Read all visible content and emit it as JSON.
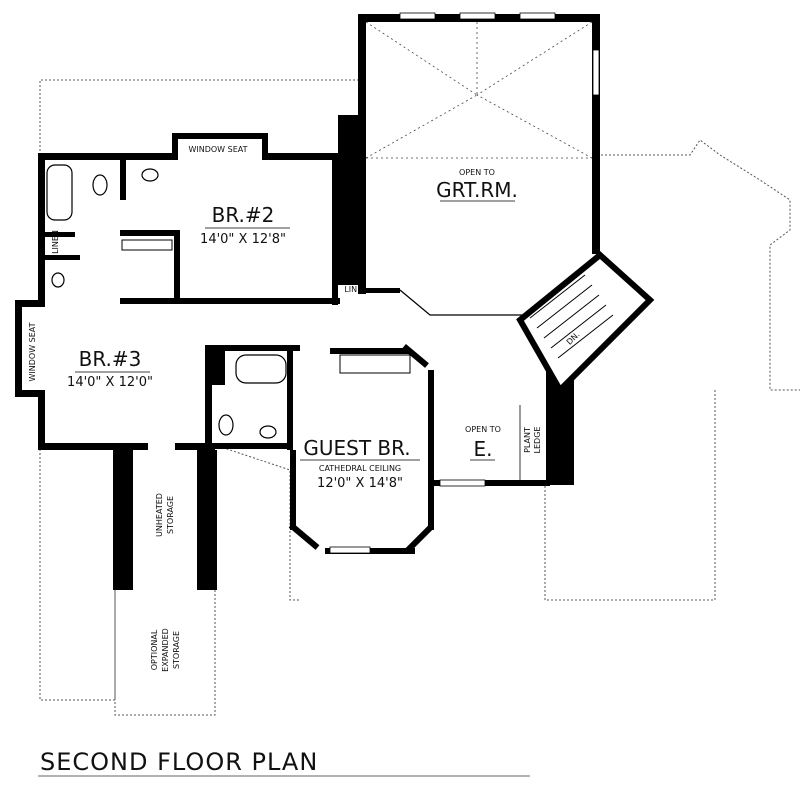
{
  "plan_title": "SECOND FLOOR PLAN",
  "rooms": {
    "br2": {
      "name": "BR.#2",
      "size": "14'0\" X 12'8\""
    },
    "br3": {
      "name": "BR.#3",
      "size": "14'0\" X 12'0\""
    },
    "guest": {
      "name": "GUEST BR.",
      "note": "CATHEDRAL CEILING",
      "size": "12'0\" X 14'8\""
    },
    "great_room": {
      "prefix": "OPEN TO",
      "name": "GRT.RM."
    },
    "entry": {
      "prefix": "OPEN TO",
      "name": "E."
    }
  },
  "labels": {
    "window_seat_top": "WINDOW SEAT",
    "window_seat_left": "WINDOW SEAT",
    "linen": "LINEN",
    "lin": "LIN.",
    "plant_ledge_1": "PLANT",
    "plant_ledge_2": "LEDGE",
    "unheated_1": "UNHEATED",
    "unheated_2": "STORAGE",
    "optional_1": "OPTIONAL",
    "optional_2": "EXPANDED",
    "optional_3": "STORAGE",
    "stair_dn": "DN."
  }
}
